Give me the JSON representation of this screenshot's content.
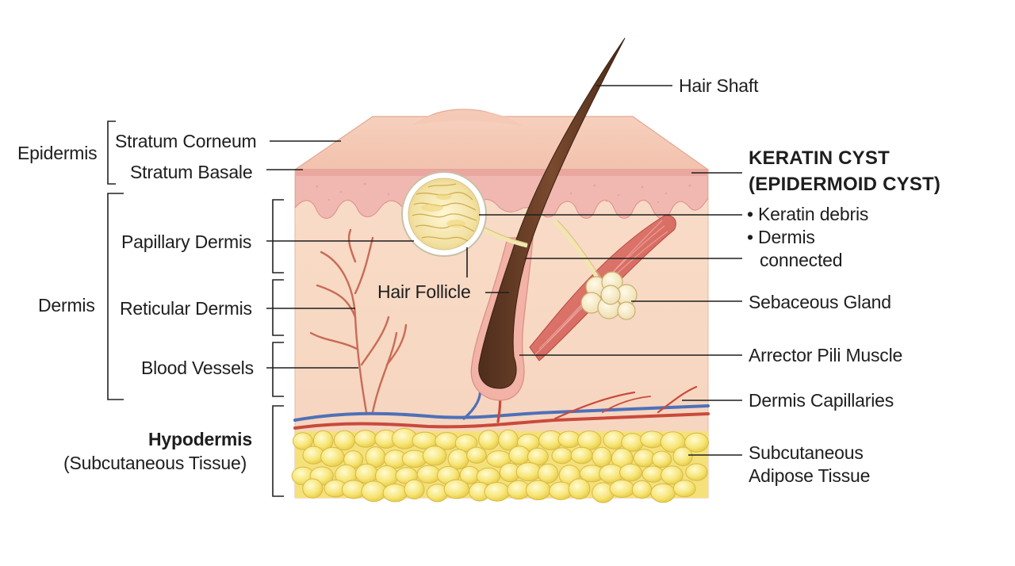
{
  "diagram": {
    "left_groups": {
      "epidermis": "Epidermis",
      "dermis": "Dermis"
    },
    "left_labels": {
      "stratum_corneum": "Stratum Corneum",
      "stratum_basale": "Stratum Basale",
      "papillary_dermis": "Papillary Dermis",
      "reticular_dermis": "Reticular Dermis",
      "blood_vessels": "Blood Vessels",
      "hypodermis": "Hypodermis",
      "subcutaneous_tissue": "(Subcutaneous Tissue)"
    },
    "center_labels": {
      "hair_follicle": "Hair Follicle"
    },
    "right_labels": {
      "hair_shaft": "Hair Shaft",
      "cyst_title_line1": "KERATIN CYST",
      "cyst_title_line2": "(EPIDERMOID CYST)",
      "keratin_debris": "• Keratin debris",
      "dermis_connected_line1": "• Dermis",
      "dermis_connected_line2": "connected",
      "sebaceous_gland": "Sebaceous Gland",
      "arrector_pili_muscle": "Arrector Pili Muscle",
      "dermis_capillaries": "Dermis Capillaries",
      "adipose_line1": "Subcutaneous",
      "adipose_line2": "Adipose Tissue"
    }
  }
}
